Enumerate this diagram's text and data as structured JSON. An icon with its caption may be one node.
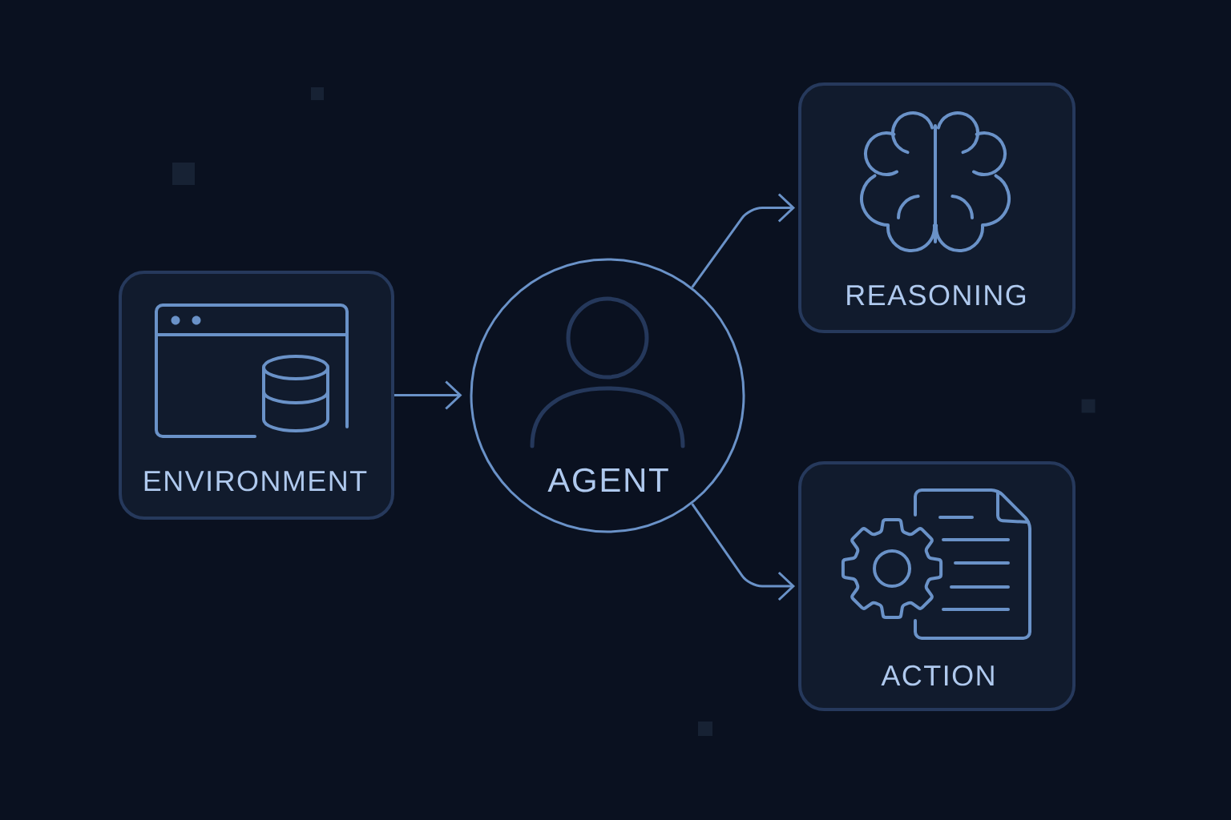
{
  "diagram": {
    "nodes": [
      {
        "text": [
          "ENVIRONMENT"
        ]
      },
      {
        "text": [
          "AGENT"
        ]
      },
      {
        "text": [
          "REASONING"
        ]
      },
      {
        "text": [
          "ACTION"
        ]
      }
    ],
    "edges": [
      {
        "from": 0,
        "to": 1,
        "arrow": "to"
      },
      {
        "from": 1,
        "to": 2,
        "arrow": "to"
      },
      {
        "from": 1,
        "to": 3,
        "arrow": "to"
      }
    ]
  }
}
